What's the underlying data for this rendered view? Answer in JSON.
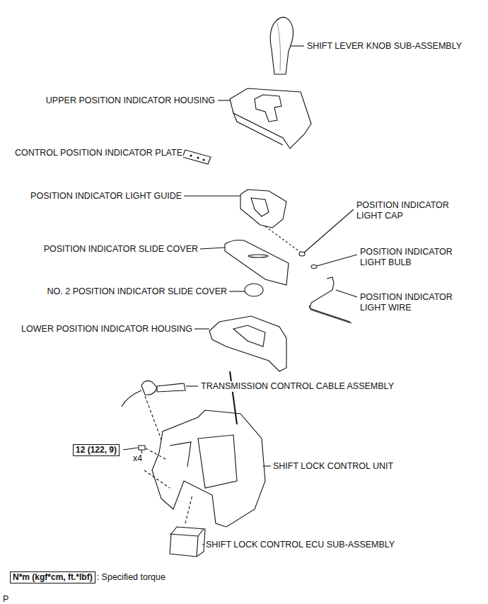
{
  "diagram": {
    "nodes": [
      {
        "text": [
          "12 (122, 9)"
        ]
      },
      {
        "text": [
          "N*m (kgf*cm, ft.*lbf)"
        ]
      }
    ],
    "labels": [
      "SHIFT LEVER KNOB SUB-ASSEMBLY",
      "UPPER POSITION INDICATOR HOUSING",
      "CONTROL POSITION INDICATOR PLATE",
      "POSITION INDICATOR LIGHT GUIDE",
      "POSITION INDICATOR LIGHT CAP",
      "POSITION INDICATOR SLIDE COVER",
      "POSITION INDICATOR LIGHT BULB",
      "NO. 2 POSITION INDICATOR SLIDE COVER",
      "POSITION INDICATOR LIGHT WIRE",
      "LOWER POSITION INDICATOR HOUSING",
      "TRANSMISSION CONTROL CABLE ASSEMBLY",
      "x4",
      "SHIFT LOCK CONTROL UNIT",
      "SHIFT LOCK CONTROL ECU SUB-ASSEMBLY",
      ": Specified torque",
      "P"
    ]
  }
}
